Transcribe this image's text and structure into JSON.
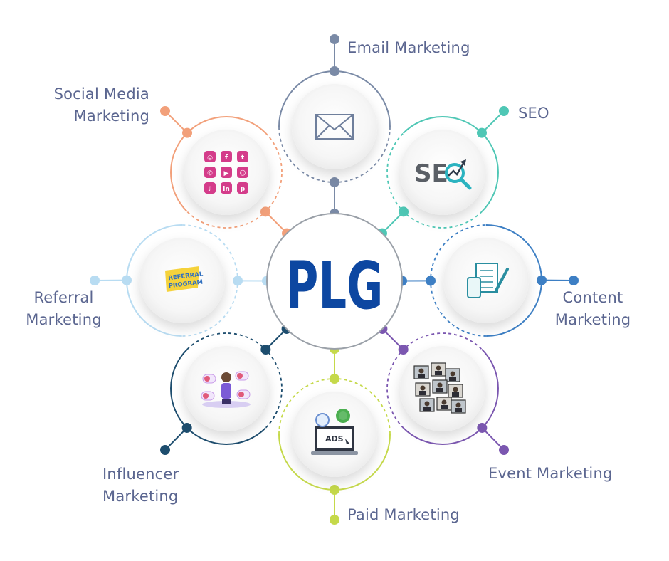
{
  "center": {
    "label": "PLG",
    "color": "#0d47a1"
  },
  "nodes": [
    {
      "id": "email",
      "label": [
        "Email Marketing"
      ],
      "color": "#7a8aa6",
      "icon": "envelope-icon"
    },
    {
      "id": "seo",
      "label": [
        "SEO"
      ],
      "color": "#4fc7b5",
      "icon": "seo-magnifier-icon",
      "icon_text": "SE"
    },
    {
      "id": "content",
      "label": [
        "Content",
        "Marketing"
      ],
      "color": "#3d7fc4",
      "icon": "document-pen-icon"
    },
    {
      "id": "event",
      "label": [
        "Event Marketing"
      ],
      "color": "#7b57b0",
      "icon": "event-photos-icon"
    },
    {
      "id": "paid",
      "label": [
        "Paid Marketing"
      ],
      "color": "#c5d94a",
      "icon": "ads-monitor-icon",
      "icon_text": "ADS"
    },
    {
      "id": "influencer",
      "label": [
        "Influencer",
        "Marketing"
      ],
      "color": "#1d4d6e",
      "icon": "influencer-icon"
    },
    {
      "id": "referral",
      "label": [
        "Referral",
        "Marketing"
      ],
      "color": "#b8dcf2",
      "icon": "referral-program-icon",
      "icon_text": [
        "REFERRAL",
        "PROGRAM"
      ]
    },
    {
      "id": "social",
      "label": [
        "Social Media",
        "Marketing"
      ],
      "color": "#f2a07a",
      "icon": "social-media-grid-icon",
      "icon_glyphs": [
        "◎",
        "f",
        "t",
        "✆",
        "▶",
        "☺",
        "♪",
        "in",
        "p"
      ]
    }
  ]
}
